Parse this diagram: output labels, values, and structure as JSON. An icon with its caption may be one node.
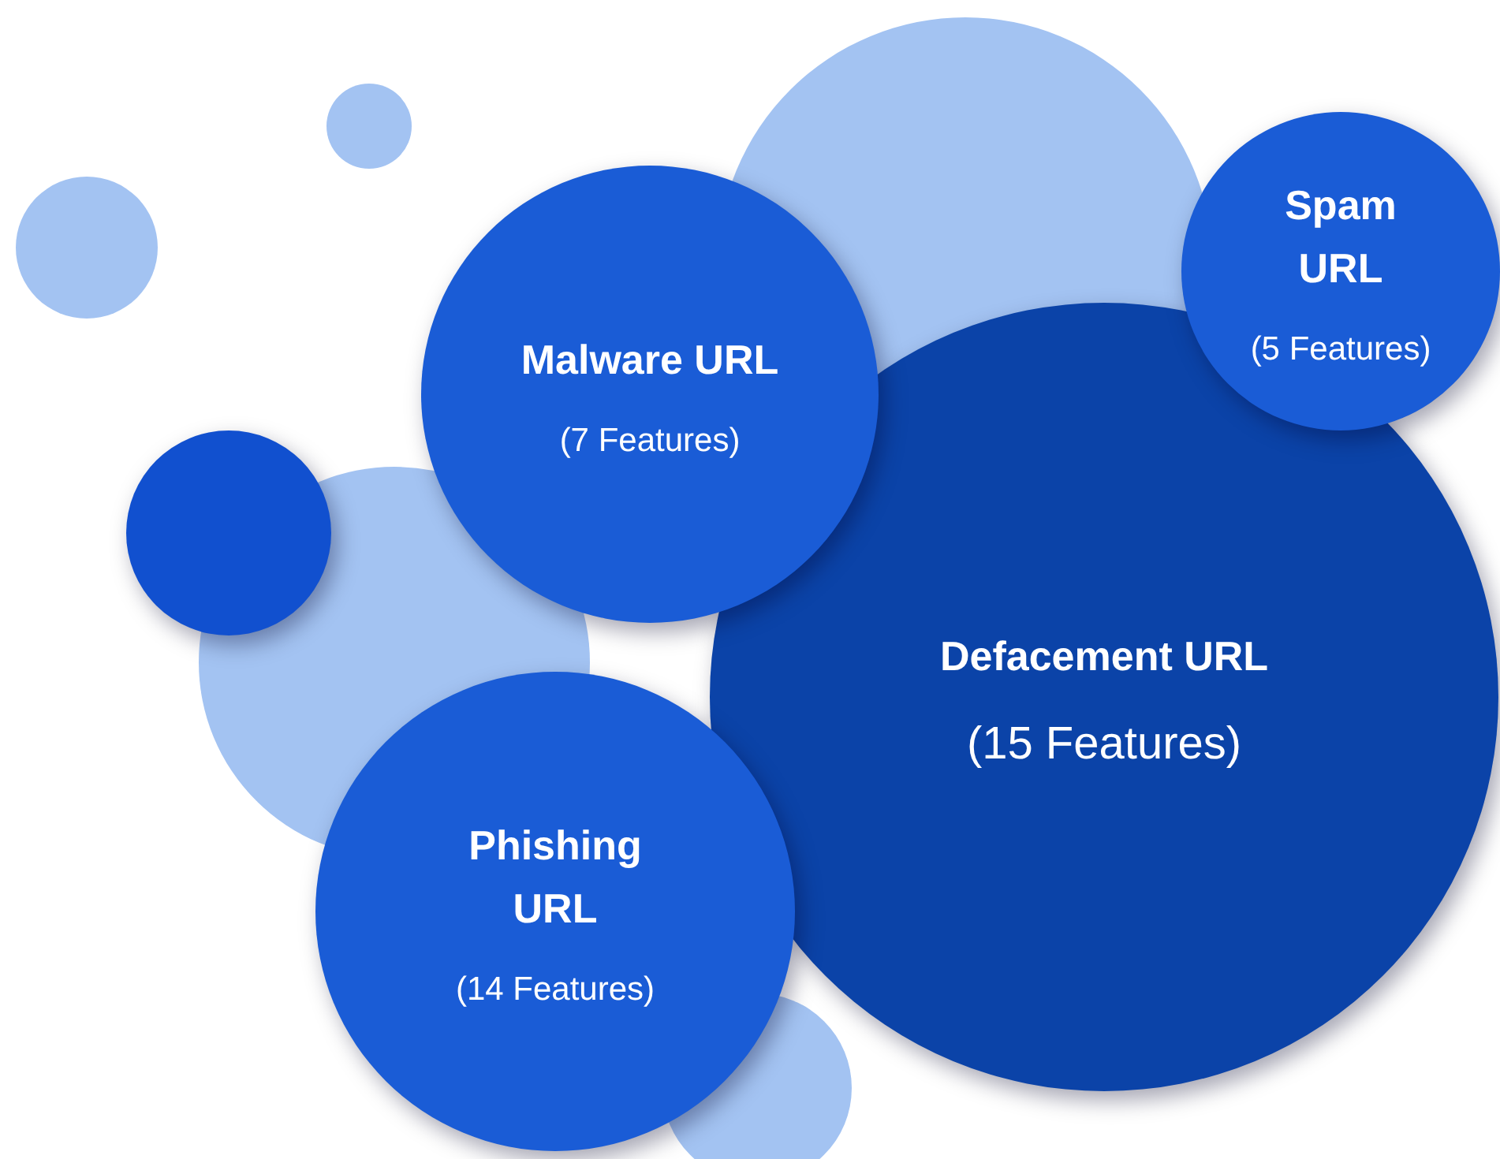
{
  "diagram": {
    "nodes": [
      {
        "text": [
          "Malware URL",
          "(7 Features)"
        ]
      },
      {
        "text": [
          "Spam URL",
          "(5 Features)"
        ]
      },
      {
        "text": [],
        "shape": "circle"
      },
      {
        "text": [
          "Defacement URL",
          "(15 Features)"
        ]
      },
      {
        "text": [
          "Phishing URL",
          "(14 Features)"
        ]
      }
    ],
    "edges": []
  }
}
